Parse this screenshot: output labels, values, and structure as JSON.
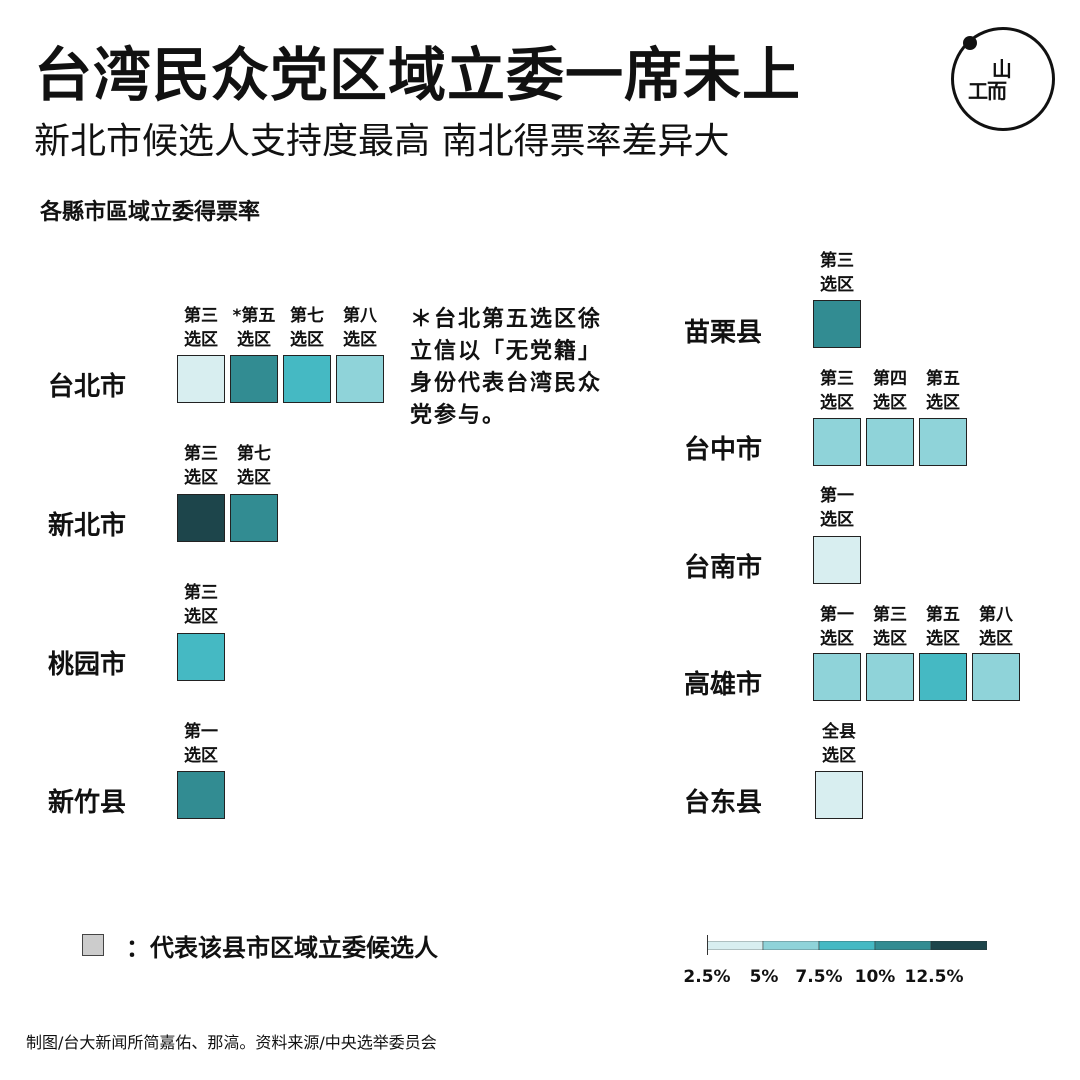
{
  "header": {
    "title": "台湾民众党区域立委一席未上",
    "subtitle": "新北市候选人支持度最高 南北得票率差异大",
    "section_title": "各縣市區域立委得票率",
    "logo_text": "山\n工而"
  },
  "colors": {
    "bin1": "#d8eef0",
    "bin2": "#8fd3d9",
    "bin3": "#45b9c3",
    "bin4": "#328c92",
    "bin5": "#1d454b",
    "legend_gray": "#cccccc"
  },
  "note": "＊台北第五选区徐立信以「无党籍」身份代表台湾民众党参与。",
  "legend": {
    "candidate_label": "：代表该县市区域立委候选人",
    "scale_labels": [
      "2.5%",
      "5%",
      "7.5%",
      "10%",
      "12.5%"
    ]
  },
  "credit": "制图/台大新闻所简嘉佑、那滈。资料来源/中央选举委员会",
  "chart_data": {
    "type": "heatmap",
    "title": "各縣市區域立委得票率",
    "color_scale": [
      "2.5%",
      "5%",
      "7.5%",
      "10%",
      "12.5%"
    ],
    "regions": [
      {
        "name": "台北市",
        "districts": [
          {
            "label": "第三选区",
            "bin": 1
          },
          {
            "label": "*第五选区",
            "bin": 4
          },
          {
            "label": "第七选区",
            "bin": 3
          },
          {
            "label": "第八选区",
            "bin": 2
          }
        ]
      },
      {
        "name": "新北市",
        "districts": [
          {
            "label": "第三选区",
            "bin": 5
          },
          {
            "label": "第七选区",
            "bin": 4
          }
        ]
      },
      {
        "name": "桃园市",
        "districts": [
          {
            "label": "第三选区",
            "bin": 3
          }
        ]
      },
      {
        "name": "新竹县",
        "districts": [
          {
            "label": "第一选区",
            "bin": 4
          }
        ]
      },
      {
        "name": "苗栗县",
        "districts": [
          {
            "label": "第三选区",
            "bin": 4
          }
        ]
      },
      {
        "name": "台中市",
        "districts": [
          {
            "label": "第三选区",
            "bin": 2
          },
          {
            "label": "第四选区",
            "bin": 2
          },
          {
            "label": "第五选区",
            "bin": 2
          }
        ]
      },
      {
        "name": "台南市",
        "districts": [
          {
            "label": "第一选区",
            "bin": 1
          }
        ]
      },
      {
        "name": "高雄市",
        "districts": [
          {
            "label": "第一选区",
            "bin": 2
          },
          {
            "label": "第三选区",
            "bin": 2
          },
          {
            "label": "第五选区",
            "bin": 3
          },
          {
            "label": "第八选区",
            "bin": 2
          }
        ]
      },
      {
        "name": "台东县",
        "districts": [
          {
            "label": "全县选区",
            "bin": 1
          }
        ]
      }
    ]
  }
}
